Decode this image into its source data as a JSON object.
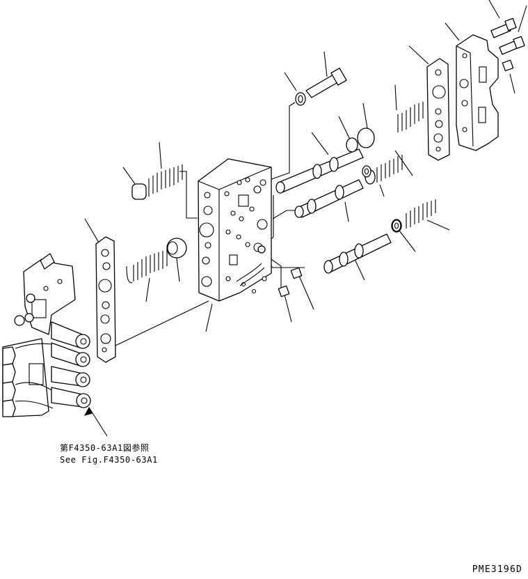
{
  "reference_note": {
    "japanese": "第F4350-63A1図参照",
    "english": "See Fig.F4350-63A1"
  },
  "drawing_code": "PME3196D"
}
